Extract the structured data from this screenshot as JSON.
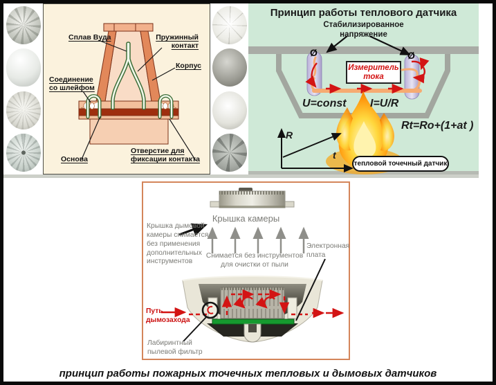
{
  "caption": "принцип работы пожарных точечных тепловых и дымовых датчиков",
  "heat_detector_diagram": {
    "labels": {
      "wood_alloy": "Сплав Вуда",
      "spring_contact": "Пружинный контакт",
      "housing": "Корпус",
      "loop_connection": "Соединение\nсо шлейфом",
      "base": "Основа",
      "contact_hole": "Отверстие для\nфиксации контакта"
    }
  },
  "thermal_principle_panel": {
    "title": "Принцип работы теплового датчика",
    "stabilized_voltage": "Стабилизированное\nнапряжение",
    "current_meter": "Измеритель\nтока",
    "formula_u": "U=const",
    "formula_i": "I=U/R",
    "formula_r": "Rt=Ro+(1+at )",
    "graph_y_label": "R",
    "graph_x_label": "t",
    "resistor_symbol_left": "Ø",
    "resistor_symbol_right": "Ø",
    "badge": "тепловой точечный датчик"
  },
  "smoke_detector_panel": {
    "chamber_cover": "Крышка камеры",
    "cover_note": "Крышка дымовой\nкамеры снимается\nбез применения\nдополнительных\nинструментов",
    "cleaning_note": "Снимается без инструментов\nдля очистки от пыли",
    "electronic_board": "Электронная\nплата",
    "smoke_path": "Путь\nдымозахода",
    "labyrinth_filter": "Лабиринтный\nпылевой фильтр"
  },
  "photos": {
    "left_column": [
      "heat-detector-ribbed-top-view",
      "smoke-detector-white-dome",
      "heat-detector-ornate-top",
      "smoke-detector-vented-round"
    ],
    "right_column": [
      "smoke-detector-spoked-white",
      "heat-detector-gray-dome",
      "smoke-detector-white-dome-led",
      "heat-detector-gray-star"
    ]
  },
  "colors": {
    "thermal_panel_bg": "#cfe9d7",
    "heat_diagram_bg": "#fbf2dd",
    "accent_red": "#cc1111",
    "pcb_green": "#169a2f",
    "salmon_body": "#e08858",
    "smoke_panel_border": "#d4855a"
  }
}
